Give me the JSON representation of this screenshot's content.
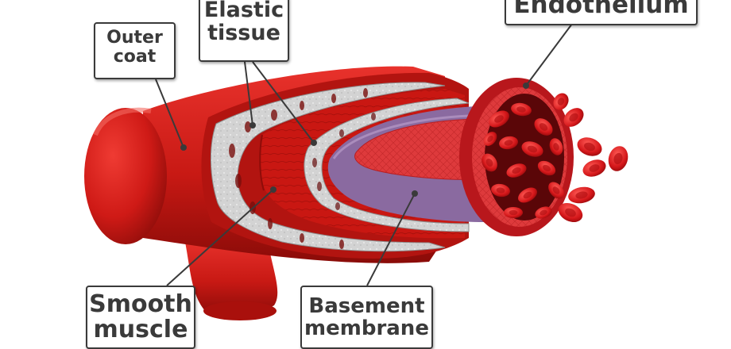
{
  "labels": {
    "outer_coat": [
      "Outer",
      "coat"
    ],
    "elastic_tissue": [
      "Elastic",
      "tissue"
    ],
    "endothelium": [
      "Endothelium"
    ],
    "smooth_muscle": [
      "Smooth",
      "muscle"
    ],
    "basement_membrane": [
      "Basement",
      "membrane"
    ]
  },
  "colors": {
    "outer_coat": "#d01c18",
    "outer_coat_dark": "#9e0f0c",
    "elastic_tissue": "#cfcfcf",
    "smooth_muscle": "#c41712",
    "basement_membrane": "#8a6aa0",
    "endothelium": "#e03a3f",
    "blood_cell": "#d9181b",
    "leader_line": "#3a3a3a"
  }
}
